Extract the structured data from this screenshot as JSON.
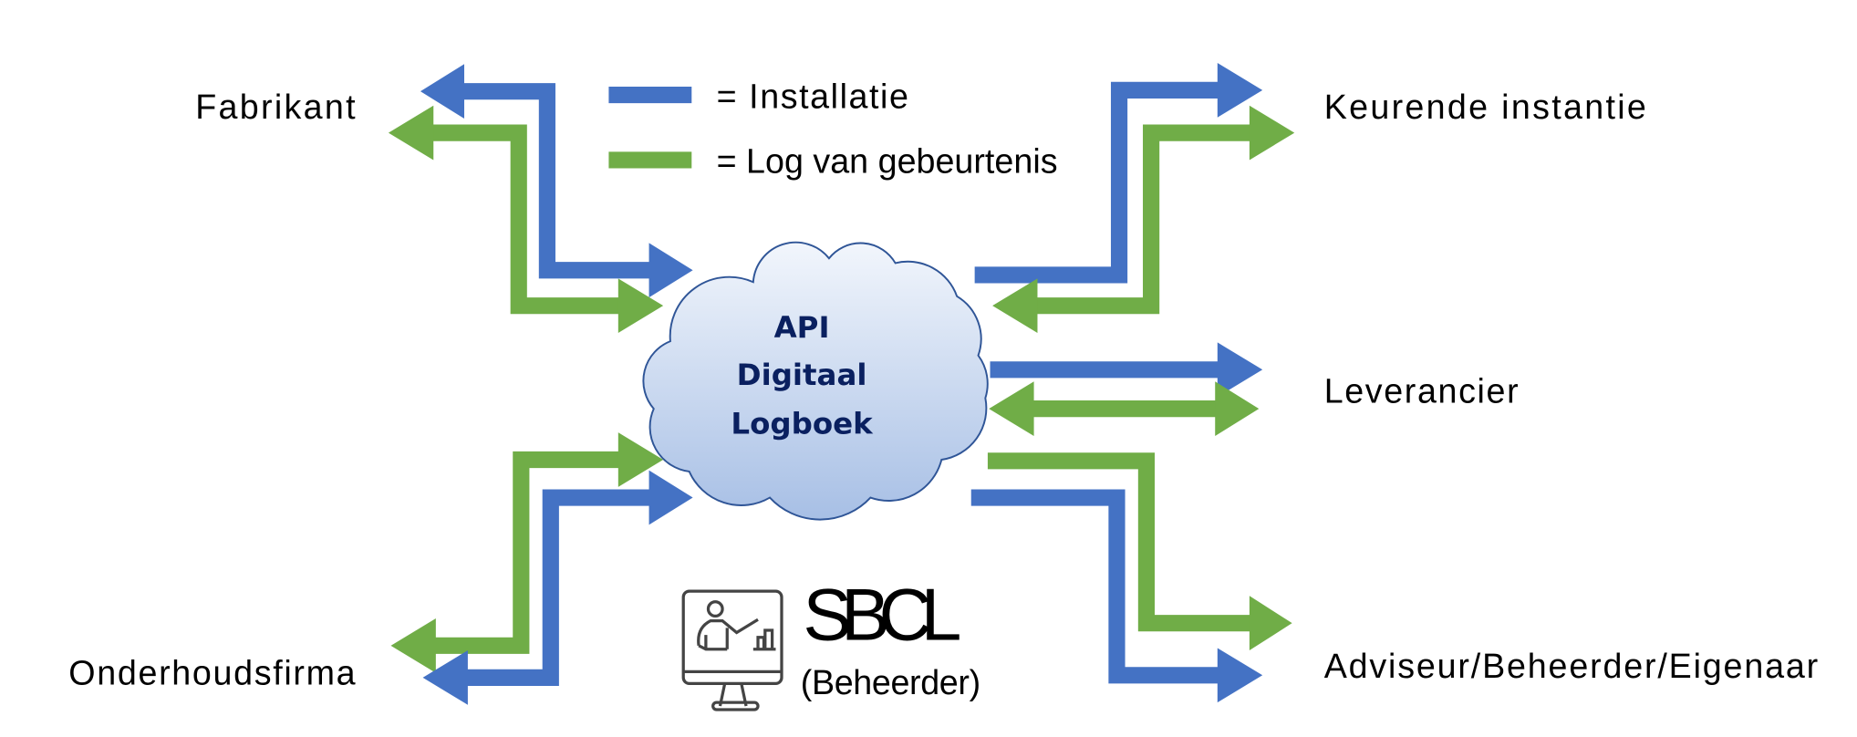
{
  "legend": {
    "installatie": "= Installatie",
    "log": "= Log van gebeurtenis",
    "installatie_color": "#4472C4",
    "log_color": "#70AD47"
  },
  "parties": {
    "fabrikant": "Fabrikant",
    "keurende": "Keurende instantie",
    "leverancier": "Leverancier",
    "onderhoud": "Onderhoudsfirma",
    "adviseur": "Adviseur/Beheerder/Eigenaar"
  },
  "cloud": {
    "line1": "API",
    "line2": "Digitaal",
    "line3": "Logboek"
  },
  "admin": {
    "name": "SBCL",
    "role": "(Beheerder)",
    "icon": "presentation-monitor-icon"
  }
}
